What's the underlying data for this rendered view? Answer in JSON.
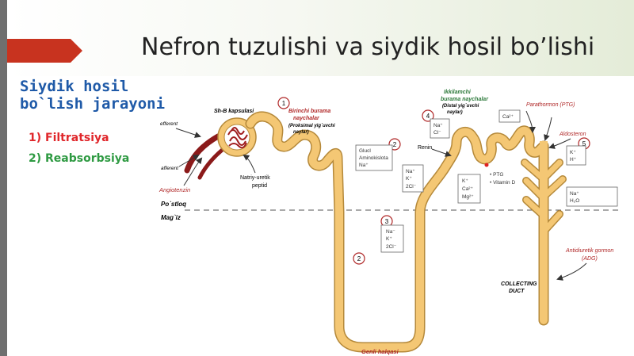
{
  "slide": {
    "title": "Nefron tuzulishi va siydik hosil bo’lishi",
    "subtitle_line1": "Siydik hosil",
    "subtitle_line2": "bo`lish jarayoni",
    "steps": [
      "1) Filtratsiya",
      "2) Reabsorbsiya"
    ]
  },
  "colors": {
    "tubule_fill": "#f4c774",
    "tubule_stroke": "#b5893a",
    "title_text": "#222222",
    "subtitle_blue": "#1f5aa8",
    "step_red": "#e0272b",
    "step_green": "#2e9a42",
    "accent_tab": "#c8331f",
    "label_red": "#b02828",
    "label_green": "#2e7a3c"
  },
  "diagram": {
    "labels": {
      "sb_kapsula": "Sh-B kapsulasi",
      "efferent": "efferent",
      "afferent": "afferent",
      "angiotenzin": "Angiotenzin",
      "natriy": "Natriy-uretik",
      "peptid": "peptid",
      "prox_title1": "Birinchi burama",
      "prox_title2": "naychalar",
      "prox_title3": "(Proksimal yig`uvchi",
      "prox_title4": "naylar)",
      "distal_title1": "Ikkilamchi",
      "distal_title2": "burama naychalar",
      "distal_title3": "(Distal yig`uvchi",
      "distal_title4": "naylar)",
      "parathormon": "Parathormon (PTG)",
      "aldosteron": "Aldosteron",
      "renin": "Renin",
      "cortex": "Po`stloq",
      "medulla": "Mag`iz",
      "genli": "Genli halqasi",
      "antidiuretik1": "Antidiuretik gormon",
      "antidiuretik2": "(ADG)",
      "collecting1": "COLLECTING",
      "collecting2": "DUCT"
    },
    "numbers": [
      "1",
      "2",
      "2",
      "3",
      "4",
      "5"
    ],
    "boxes": {
      "prox_1": "Glucl",
      "prox_2": "Aminokislota",
      "prox_3": "Na⁺",
      "asc_1": "Na⁺",
      "asc_2": "K⁺",
      "asc_3": "2Cl⁻",
      "desc_1": "Na⁻",
      "desc_2": "K⁺",
      "desc_3": "2Cl⁻",
      "distal_1": "Na⁺",
      "distal_2": "Cl⁻",
      "pth_1": "Ca²⁺",
      "mid_1": "K⁺",
      "mid_2": "Ca²⁺",
      "mid_3": "Mg²⁺",
      "ald_1": "K⁺",
      "ald_2": "H⁺",
      "duct_1": "Na⁺",
      "duct_2": "H₂O"
    },
    "bullets": [
      "• PTG",
      "• Vitamin D"
    ]
  }
}
